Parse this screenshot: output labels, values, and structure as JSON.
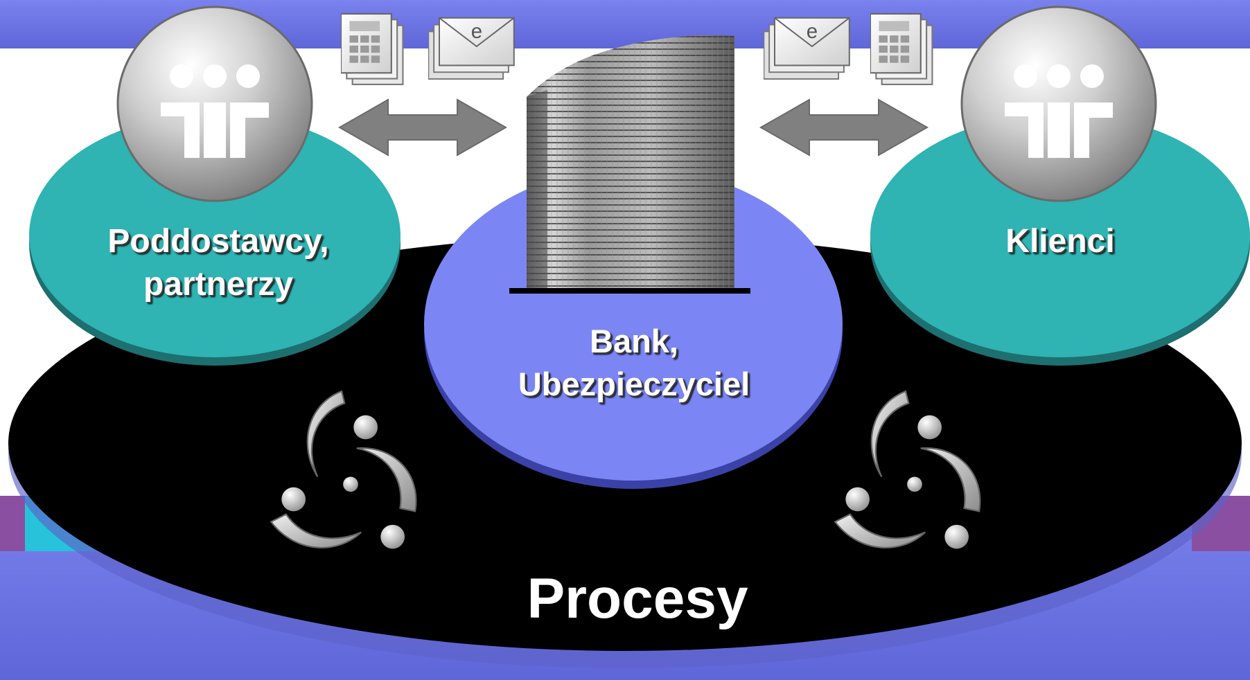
{
  "nodes": {
    "left": {
      "label_line1": "Poddostawcy,",
      "label_line2": "partnerzy",
      "icon": "people-group-icon"
    },
    "right": {
      "label": "Klienci",
      "icon": "people-group-icon"
    },
    "center": {
      "label_line1": "Bank,",
      "label_line2": "Ubezpieczyciel",
      "icon": "office-building-icon"
    }
  },
  "platform": {
    "label": "Procesy",
    "icon": "process-cycle-icon"
  },
  "connectors": [
    {
      "name": "left-exchange",
      "direction": "bidirectional",
      "icons": [
        "spreadsheet-document-icon",
        "email-icon"
      ]
    },
    {
      "name": "right-exchange",
      "direction": "bidirectional",
      "icons": [
        "email-icon",
        "spreadsheet-document-icon"
      ]
    }
  ],
  "colors": {
    "background_band": "#7078E6",
    "platform": "#000000",
    "teal_ellipse": "#2FB3B3",
    "center_ellipse": "#7B86F4",
    "arrow": "#808080",
    "accent_purple": "#8A4FA0"
  }
}
